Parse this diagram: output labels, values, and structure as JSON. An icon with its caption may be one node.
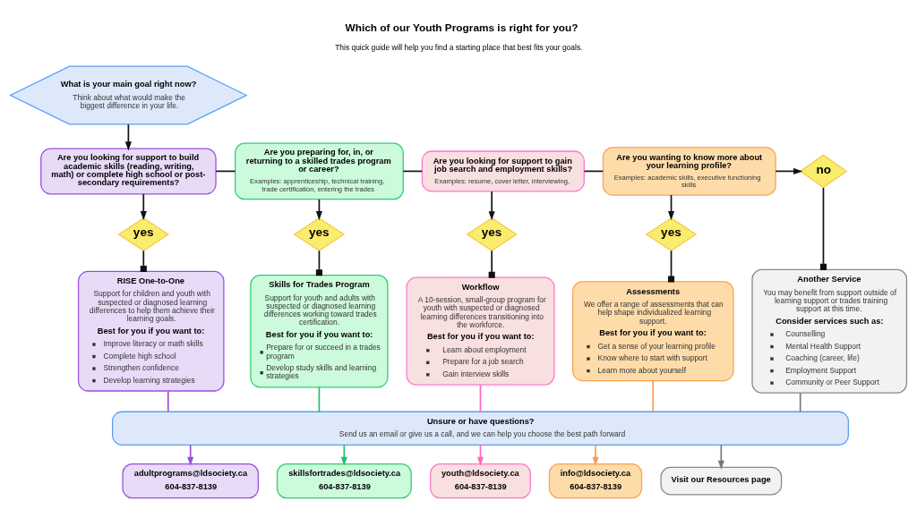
{
  "diagram": {
    "title": "Which of our Youth Programs is right for you?",
    "caption": "This quick guide will help you find a starting place that best fits your goals.",
    "nodes": [
      {
        "text": [
          "What is your main goal right now?",
          "Think about what would make the biggest difference in your life."
        ]
      },
      {
        "text": [
          "Are you looking for support to build academic skills (reading, writing, math) or complete high school or post-secondary requirements?"
        ]
      },
      {
        "text": [
          "Are you preparing for, in, or returning to a skilled trades program or career?",
          "Examples: apprenticeship, technical training, trade certification, entering the trades"
        ]
      },
      {
        "text": [
          "Are you looking for support to gain job search and employment skills?",
          "Examples: resume, cover letter, interviewing,"
        ]
      },
      {
        "text": [
          "Are you wanting to know more about your learning profile?",
          "Examples: academic skills, executive functioning skills"
        ]
      },
      {
        "text": [
          "no"
        ]
      },
      {
        "text": [
          "yes"
        ]
      },
      {
        "text": [
          "yes"
        ]
      },
      {
        "text": [
          "yes"
        ]
      },
      {
        "text": [
          "yes"
        ]
      },
      {
        "text": [
          "RISE One-to-One",
          "Support for children and youth with suspected or diagnosed learning differences to help them achieve their learning goals.",
          "Best for you if you want to:",
          "Improve literacy or math skills",
          "Complete high school",
          "Strengthen confidence",
          "Develop learning strategies"
        ]
      },
      {
        "text": [
          "Skills for Trades Program",
          "Support for youth and adults with suspected or diagnosed learning differences working toward trades certification.",
          "Best for you if you want to:",
          "Prepare for or succeed in a trades program",
          "Develop study skills and learning strategies"
        ]
      },
      {
        "text": [
          "Workflow",
          "A 10-session, small-group program for youth with suspected or diagnosed learning differences transitioning into the workforce.",
          "Best for you if you want to:",
          "Learn about employment",
          "Prepare for a job search",
          "Gain interview skills"
        ]
      },
      {
        "text": [
          "Assessments",
          "We offer a range of assessments that can help shape individualized learning support.",
          "Best for you if you want to:",
          "Get a sense of your learning profile",
          "Know where to start with support",
          "Learn more about yourself"
        ]
      },
      {
        "text": [
          "Another Service",
          "You may benefit from support outside of learning support or trades training support at this time.",
          "Consider services such as:",
          "Counselling",
          "Mental Health Support",
          "Coaching (career, life)",
          "Employment Support",
          "Community or Peer Support"
        ]
      },
      {
        "text": [
          "Unsure or have questions?",
          "Send us an email or give us a call, and we can help you choose the best path forward"
        ]
      },
      {
        "text": [
          "adultprograms@ldsociety.ca",
          "604-837-8139"
        ]
      },
      {
        "text": [
          "skillsfortrades@ldsociety.ca",
          "604-837-8139"
        ]
      },
      {
        "text": [
          "youth@ldsociety.ca",
          "604-837-8139"
        ]
      },
      {
        "text": [
          "info@ldsociety.ca",
          "604-837-8139"
        ]
      },
      {
        "text": [
          "Visit our Resources page"
        ]
      }
    ],
    "edges": [
      {
        "from": 0,
        "to": 1,
        "arrow": "to"
      },
      {
        "from": 1,
        "to": 2,
        "arrow": "none"
      },
      {
        "from": 2,
        "to": 3,
        "arrow": "none"
      },
      {
        "from": 3,
        "to": 4,
        "arrow": "none"
      },
      {
        "from": 4,
        "to": 5,
        "arrow": "to"
      },
      {
        "from": 1,
        "to": 6,
        "arrow": "to"
      },
      {
        "from": 2,
        "to": 7,
        "arrow": "to"
      },
      {
        "from": 3,
        "to": 8,
        "arrow": "to"
      },
      {
        "from": 4,
        "to": 9,
        "arrow": "to"
      },
      {
        "from": 6,
        "to": 10,
        "arrow": "other"
      },
      {
        "from": 7,
        "to": 11,
        "arrow": "other"
      },
      {
        "from": 8,
        "to": 12,
        "arrow": "other"
      },
      {
        "from": 9,
        "to": 13,
        "arrow": "other"
      },
      {
        "from": 5,
        "to": 14,
        "arrow": "other"
      },
      {
        "from": 10,
        "to": 15,
        "arrow": "none",
        "color": "#9b4de0"
      },
      {
        "from": 11,
        "to": 15,
        "arrow": "none",
        "color": "#22c06a"
      },
      {
        "from": 12,
        "to": 15,
        "arrow": "none",
        "color": "#ff66c4"
      },
      {
        "from": 13,
        "to": 15,
        "arrow": "none",
        "color": "#ff9a50"
      },
      {
        "from": 14,
        "to": 15,
        "arrow": "none",
        "color": "#777777"
      },
      {
        "from": 15,
        "to": 16,
        "arrow": "to",
        "color": "#9b4de0"
      },
      {
        "from": 15,
        "to": 17,
        "arrow": "to",
        "color": "#22c06a"
      },
      {
        "from": 15,
        "to": 18,
        "arrow": "to",
        "color": "#ff66c4"
      },
      {
        "from": 15,
        "to": 19,
        "arrow": "to",
        "color": "#ff9a50"
      },
      {
        "from": 15,
        "to": 20,
        "arrow": "to",
        "color": "#777777"
      }
    ]
  }
}
